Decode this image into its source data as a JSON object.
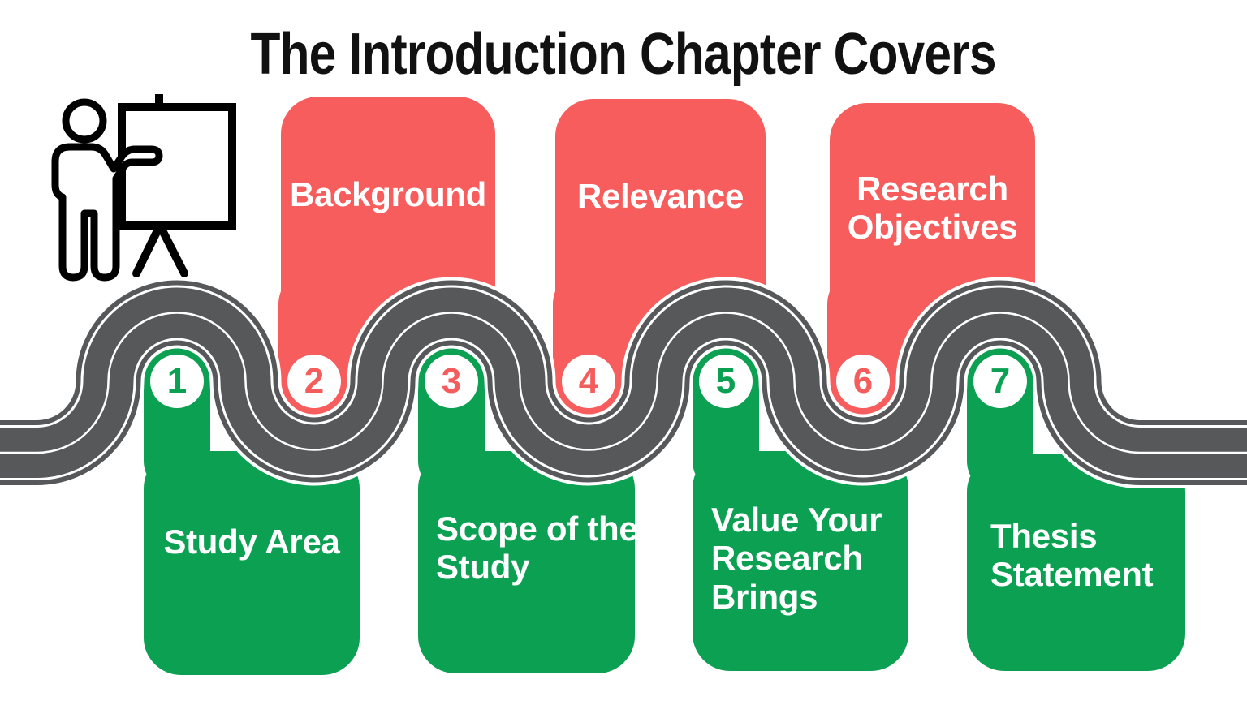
{
  "title": "The Introduction Chapter Covers",
  "icon": {
    "name": "presenter-at-whiteboard-icon"
  },
  "colors": {
    "card_green": "#0BA052",
    "card_red": "#F75D5D",
    "road_gray": "#57585A",
    "road_markings": "#FFFFFF",
    "title_text": "#111111",
    "number_green": "#0BA052",
    "number_red": "#F55C5C"
  },
  "steps": [
    {
      "num": "1",
      "label": "Study Area",
      "card_color": "green",
      "side": "below-road",
      "number_color": "green"
    },
    {
      "num": "2",
      "label": "Background",
      "card_color": "red",
      "side": "above-road",
      "number_color": "red"
    },
    {
      "num": "3",
      "label": "Scope of the\nStudy",
      "card_color": "green",
      "side": "below-road",
      "number_color": "red"
    },
    {
      "num": "4",
      "label": "Relevance",
      "card_color": "red",
      "side": "above-road",
      "number_color": "red"
    },
    {
      "num": "5",
      "label": "Value Your\nResearch\nBrings",
      "card_color": "green",
      "side": "below-road",
      "number_color": "green"
    },
    {
      "num": "6",
      "label": "Research\nObjectives",
      "card_color": "red",
      "side": "above-road",
      "number_color": "red"
    },
    {
      "num": "7",
      "label": "Thesis\nStatement",
      "card_color": "green",
      "side": "below-road",
      "number_color": "green"
    }
  ]
}
